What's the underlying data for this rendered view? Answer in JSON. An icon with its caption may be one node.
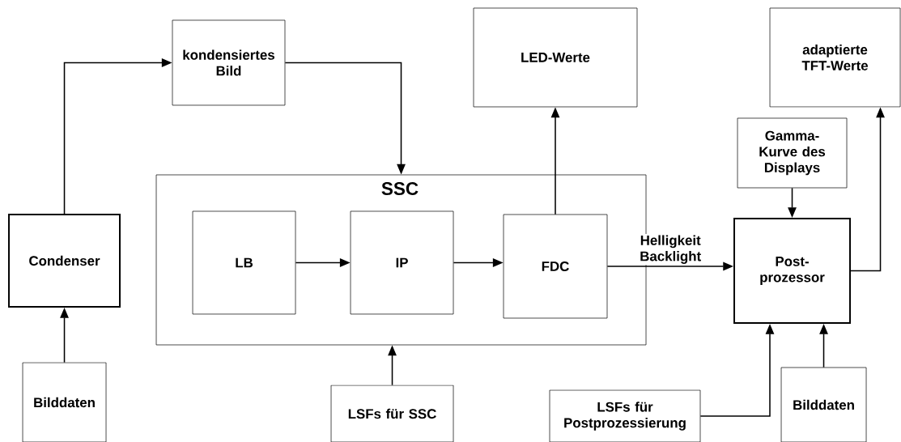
{
  "diagram": {
    "nodes": [
      {
        "text": [
          "kondensiertes Bild"
        ]
      },
      {
        "text": [
          "LED-Werte"
        ]
      },
      {
        "text": [
          "adaptierte TFT-Werte"
        ]
      },
      {
        "text": [
          "Gamma- Kurve des Displays"
        ]
      },
      {
        "text": [
          "SSC"
        ]
      },
      {
        "text": [
          "LB"
        ],
        "in": 4
      },
      {
        "text": [
          "IP"
        ],
        "in": 4
      },
      {
        "text": [
          "FDC"
        ],
        "in": 4
      },
      {
        "text": [
          "Condenser"
        ]
      },
      {
        "text": [
          "Post- prozessor"
        ]
      },
      {
        "text": [
          "Bilddaten"
        ]
      },
      {
        "text": [
          "LSFs für SSC"
        ]
      },
      {
        "text": [
          "LSFs für Postprozessierung"
        ]
      },
      {
        "text": [
          "Bilddaten"
        ]
      }
    ],
    "edges": [
      {
        "from": 8,
        "to": 0,
        "arrow": "to"
      },
      {
        "from": 0,
        "to": 4,
        "arrow": "to"
      },
      {
        "from": 5,
        "to": 6,
        "arrow": "to"
      },
      {
        "from": 6,
        "to": 7,
        "arrow": "to"
      },
      {
        "from": 7,
        "to": 1,
        "arrow": "to"
      },
      {
        "from": 7,
        "to": 9,
        "arrow": "to",
        "label": "Helligkeit Backlight"
      },
      {
        "from": 3,
        "to": 9,
        "arrow": "to"
      },
      {
        "from": 9,
        "to": 2,
        "arrow": "to"
      },
      {
        "from": 10,
        "to": 8,
        "arrow": "to"
      },
      {
        "from": 11,
        "to": 4,
        "arrow": "to"
      },
      {
        "from": 12,
        "to": 9,
        "arrow": "to"
      },
      {
        "from": 13,
        "to": 9,
        "arrow": "to"
      }
    ]
  }
}
